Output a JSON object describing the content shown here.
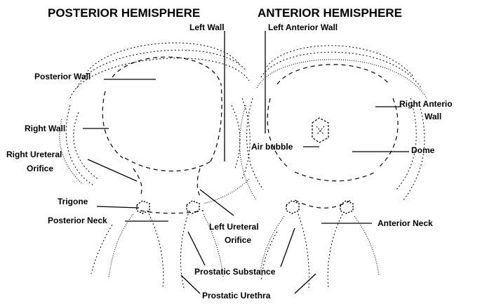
{
  "headers": {
    "posterior": "POSTERIOR HEMISPHERE",
    "anterior": "ANTERIOR HEMISPHERE"
  },
  "labels": {
    "left_wall": "Left Wall",
    "left_anterior_wall": "Left Anterior Wall",
    "posterior_wall": "Posterior Wall",
    "right_anterior_wall_1": "Right Anterio",
    "right_anterior_wall_2": "Wall",
    "right_wall": "Right Wall",
    "air_bubble": "Air bubble",
    "dome": "Dome",
    "right_ureteral_orifice_1": "Right Ureteral",
    "right_ureteral_orifice_2": "Orifice",
    "trigone": "Trigone",
    "posterior_neck": "Posterior Neck",
    "left_ureteral_orifice_1": "Left Ureteral",
    "left_ureteral_orifice_2": "Orifice",
    "anterior_neck": "Anterior Neck",
    "prostatic_substance": "Prostatic Substance",
    "prostatic_urethra": "Prostatic Urethra"
  },
  "colors": {
    "ink": "#000000",
    "background": "#ffffff"
  }
}
